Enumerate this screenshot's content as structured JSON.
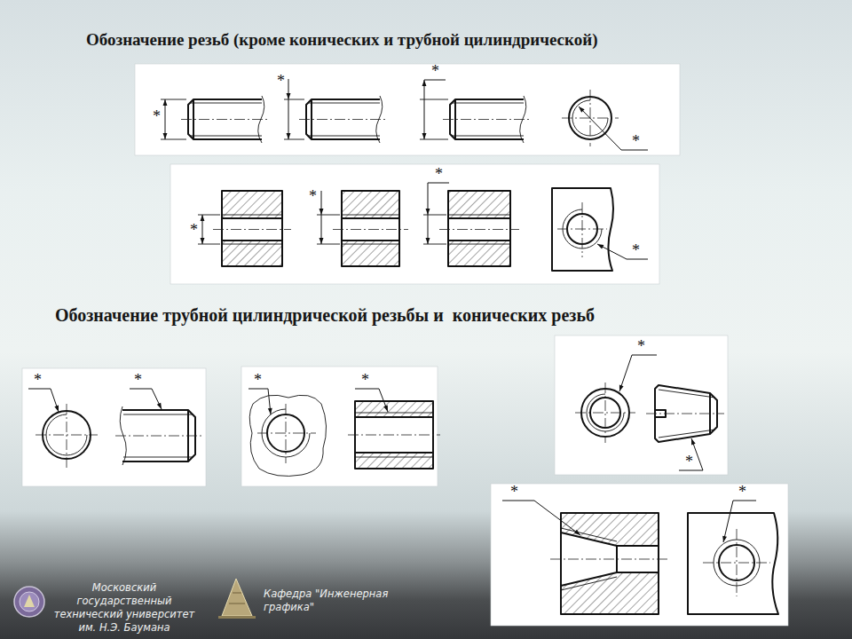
{
  "diagram": {
    "title": "Обозначение резьб (кроме конических и трубной цилиндрической)",
    "labels": [
      "*",
      "*",
      "*",
      "*",
      "*",
      "*",
      "*",
      "*",
      "Обозначение трубной цилиндрической резьбы и  конических резьб",
      "*",
      "*",
      "*",
      "*",
      "*",
      "*",
      "*",
      "*",
      "Московский государственный технический университет им. Н.Э. Баумана",
      "Кафедра \"Инженерная графика\""
    ]
  }
}
